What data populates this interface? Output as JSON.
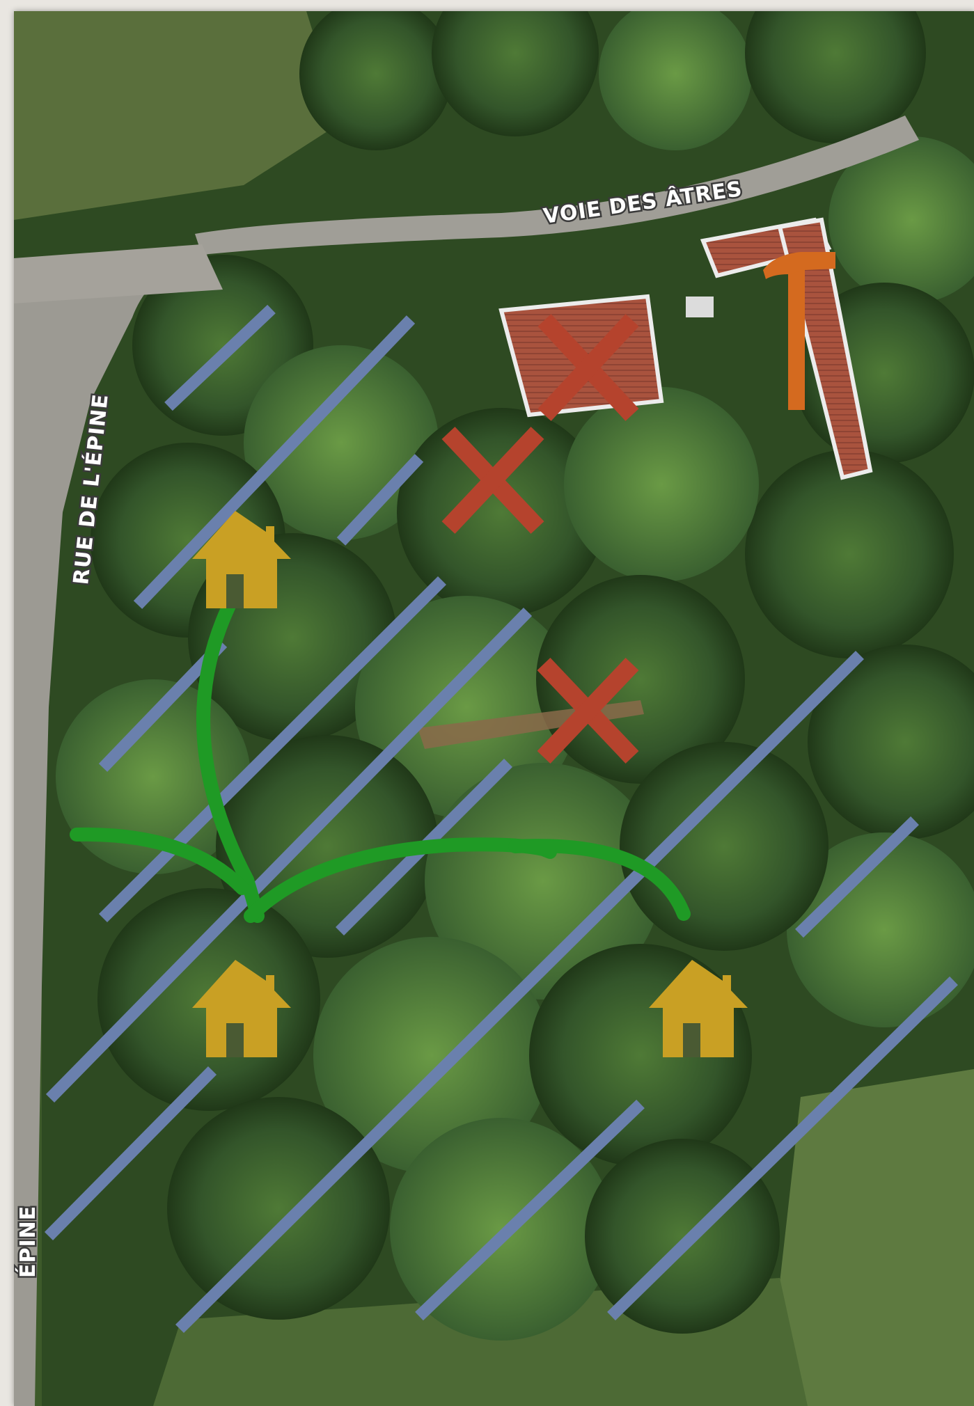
{
  "map": {
    "roads": [
      {
        "name": "VOIE DES ÂTRES"
      },
      {
        "name": "RUE DE L'ÉPINE"
      },
      {
        "name": "ÉPINE"
      }
    ],
    "legend_colors": {
      "hatch": "#6a80ad",
      "cross": "#b5432d",
      "house": "#c9a024",
      "hammer": "#d46a1f",
      "path": "#1f9a25"
    },
    "markers": [
      {
        "type": "cross",
        "icon": "cross-icon",
        "color": "#b5432d"
      },
      {
        "type": "cross",
        "icon": "cross-icon",
        "color": "#b5432d"
      },
      {
        "type": "cross",
        "icon": "cross-icon",
        "color": "#b5432d"
      },
      {
        "type": "house",
        "icon": "house-icon",
        "color": "#c9a024"
      },
      {
        "type": "house",
        "icon": "house-icon",
        "color": "#c9a024"
      },
      {
        "type": "house",
        "icon": "house-icon",
        "color": "#c9a024"
      },
      {
        "type": "hammer",
        "icon": "hammer-icon",
        "color": "#d46a1f"
      }
    ]
  }
}
